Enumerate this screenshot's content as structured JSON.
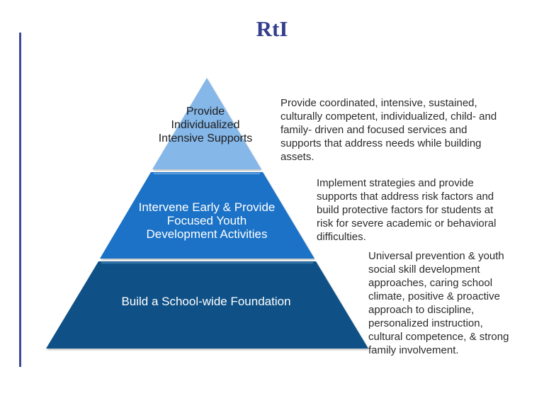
{
  "title": "RtI",
  "colors": {
    "title_text": "#333F8C",
    "accent_bar": "#3B4A9B",
    "tier_top_fill": "#85B7E8",
    "tier_top_bevel": "#B9D7F2",
    "tier_middle_fill": "#1B72C6",
    "tier_middle_bevel": "#559BDC",
    "tier_bottom_fill": "#0F5186",
    "tier_bottom_bevel": "#3273A8",
    "tier_top_text": "#1C1C1C",
    "tier_light_text": "#FFFFFF",
    "body_text": "#2B2B2B"
  },
  "pyramid": {
    "tiers": [
      {
        "id": "intensive-supports",
        "label_lines": [
          "Provide",
          "Individualized",
          "Intensive Supports"
        ],
        "description_lines": [
          "Provide coordinated, intensive, sustained,",
          "culturally competent, individualized, child- and",
          "family- driven and focused services and",
          "supports that address needs while building",
          "assets."
        ]
      },
      {
        "id": "early-intervention",
        "label_lines": [
          "Intervene Early & Provide",
          "Focused Youth",
          "Development Activities"
        ],
        "description_lines": [
          "Implement strategies and provide",
          "supports that address risk factors and",
          "build protective factors for students at",
          "risk for severe academic or behavioral",
          "difficulties."
        ]
      },
      {
        "id": "school-wide-foundation",
        "label_lines": [
          "Build a School-wide Foundation"
        ],
        "description_lines": [
          "Universal prevention & youth",
          "social skill development",
          "approaches, caring school",
          "climate, positive & proactive",
          "approach to discipline,",
          "personalized instruction,",
          "cultural competence, & strong",
          "family involvement."
        ]
      }
    ]
  }
}
